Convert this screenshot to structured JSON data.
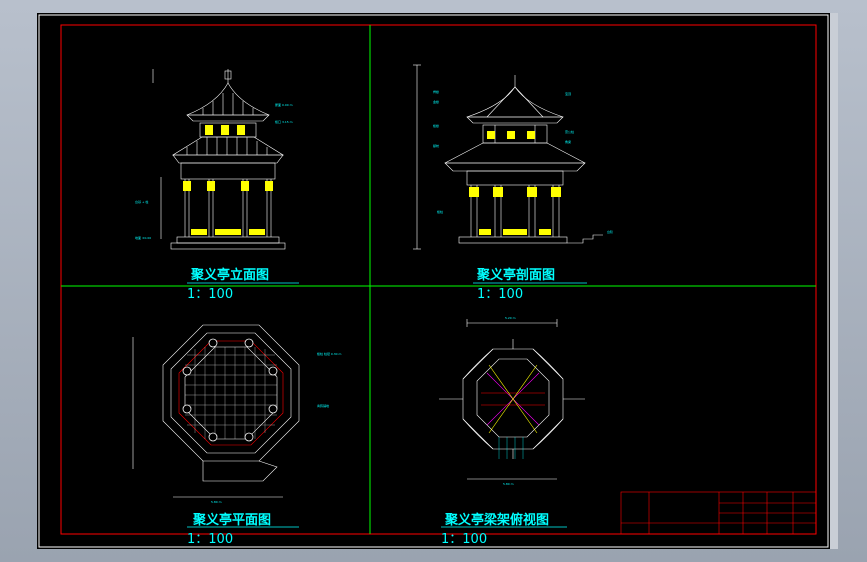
{
  "drawing": {
    "view1": {
      "title": "聚义亭立面图",
      "scale": "1：100"
    },
    "view2": {
      "title": "聚义亭剖面图",
      "scale": "1：100"
    },
    "view3": {
      "title": "聚义亭平面图",
      "scale": "1：100"
    },
    "view4": {
      "title": "聚义亭梁架俯视图",
      "scale": "1：100"
    }
  },
  "colors": {
    "background": "#000000",
    "frame": "#ff0000",
    "axis": "#00ff00",
    "lines": "#ffffff",
    "text": "#00ffff",
    "accent": "#ffff00",
    "beams": "#ff00ff"
  }
}
